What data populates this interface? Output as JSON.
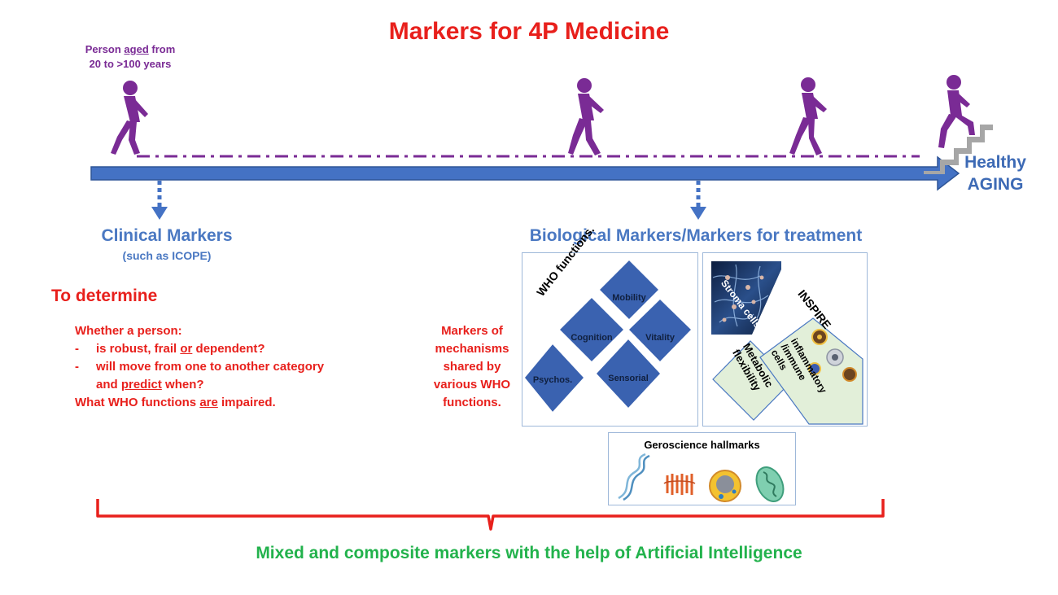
{
  "title": "Markers for 4P Medicine",
  "person_caption": {
    "line1_pre": "Person ",
    "line1_aged": "aged",
    "line1_post": " from",
    "line2": "20 to >100 years"
  },
  "healthy_aging": {
    "line1": "Healthy",
    "line2": "AGING"
  },
  "clinical": {
    "title": "Clinical Markers",
    "subtitle": "(such as ICOPE)"
  },
  "biological": {
    "title": "Biological Markers/Markers for treatment"
  },
  "determine": {
    "heading": "To determine",
    "intro": "Whether a person:",
    "dash": "-",
    "item1_pre": "is robust, frail ",
    "item1_or": "or",
    "item1_post": " dependent?",
    "item2_line1": "will move from one to another category",
    "item2_pre": "and ",
    "item2_predict": "predict",
    "item2_post": " when?",
    "final_pre": "What WHO functions ",
    "final_are": "are",
    "final_post": " impaired."
  },
  "mechanisms": {
    "lines": [
      "Markers of",
      "mechanisms",
      "shared by",
      "various WHO",
      "functions."
    ]
  },
  "who_box": {
    "label": "WHO functions.",
    "diamonds": [
      "Mobility",
      "Cognition",
      "Vitality",
      "Psychos.",
      "Sensorial"
    ]
  },
  "inspire_box": {
    "label": "INSPIRE",
    "stroma": "Stroma cells",
    "metabolic": [
      "Metabolic",
      "flexibility"
    ],
    "inflammatory": [
      "inflammatory",
      "/immune",
      "cells"
    ]
  },
  "geroscience": {
    "title": "Geroscience hallmarks"
  },
  "bottom_text": "Mixed and composite markers with the help of Artificial Intelligence",
  "colors": {
    "red": "#e8201c",
    "purple": "#7a2b95",
    "blue": "#4a78c2",
    "arrow_blue": "#3d6ab5",
    "diamond_blue": "#3a62b0",
    "green": "#22b24c"
  }
}
